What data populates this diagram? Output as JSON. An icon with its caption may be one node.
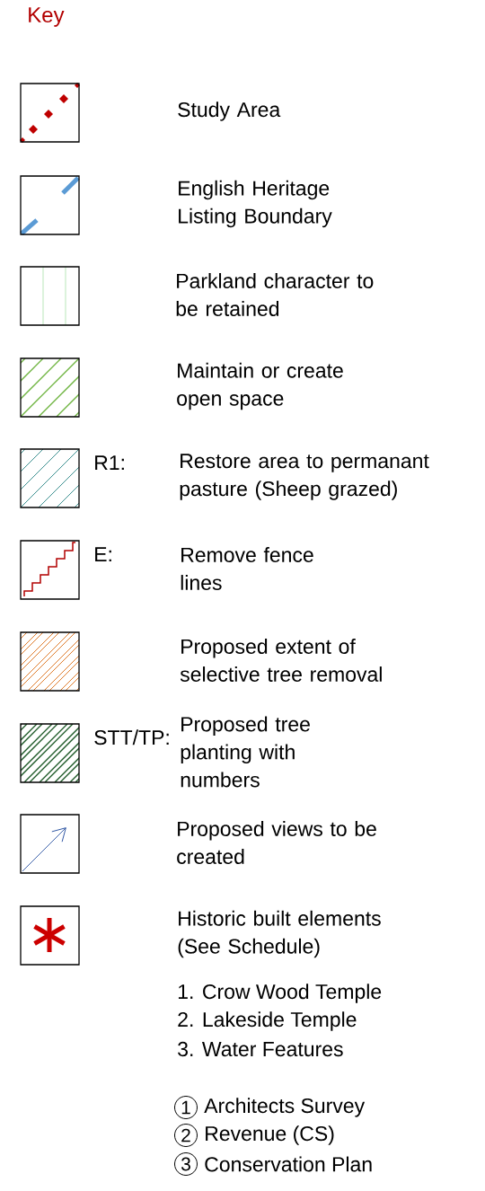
{
  "diagram": {
    "title": "Key",
    "legend": [
      {
        "text": "Study Area"
      },
      {
        "text": "English Heritage Listing Boundary"
      },
      {
        "text": "Parkland character to be retained"
      },
      {
        "text": "Maintain or create open space"
      },
      {
        "text": "Restore area to permanant pasture (Sheep grazed)"
      },
      {
        "text": "Remove fence lines"
      },
      {
        "text": "Proposed extent of selective tree removal"
      },
      {
        "text": "Proposed tree planting with numbers"
      },
      {
        "text": "Proposed views to be created"
      },
      {
        "text": "Historic built elements (See Schedule)"
      }
    ],
    "labels": [
      "R1:",
      "E:",
      "STT/TP:",
      "1. Crow Wood Temple",
      "2. Lakeside Temple",
      "3. Water Features",
      "1",
      "Architects Survey",
      "2",
      "Revenue (CS)",
      "3",
      "Conservation Plan"
    ]
  }
}
